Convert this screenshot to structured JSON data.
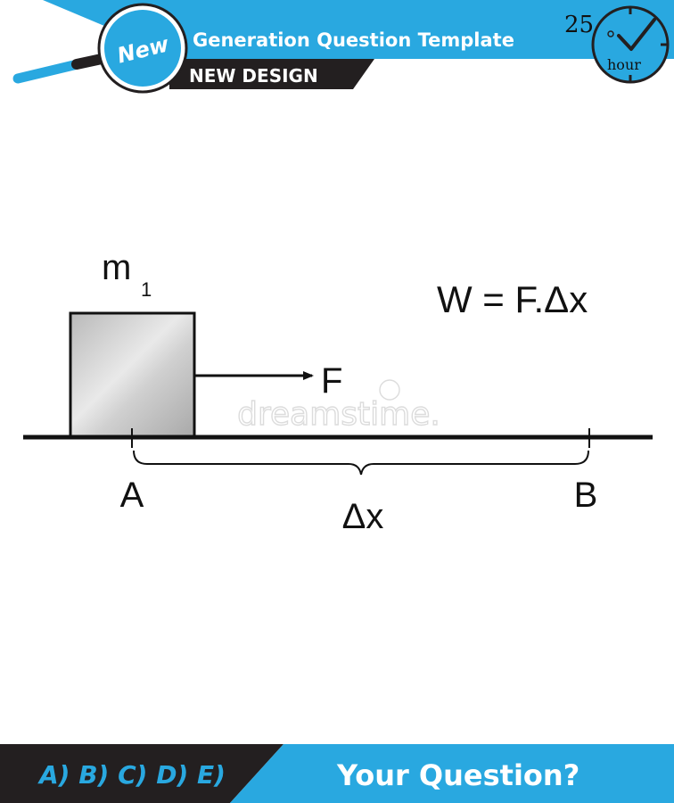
{
  "header": {
    "badge_label": "New",
    "title": "Generation Question Template",
    "subtitle": "NEW DESIGN",
    "timer_value": "25",
    "timer_unit": "hour",
    "colors": {
      "accent_blue": "#29a8e0",
      "dark_band": "#231f20"
    }
  },
  "diagram": {
    "mass_label": "m",
    "mass_subscript": "1",
    "force_label": "F",
    "formula": "W = F.Δx",
    "point_a_label": "A",
    "point_b_label": "B",
    "displacement_label": "Δx"
  },
  "watermark": "dreamstime.",
  "footer": {
    "options": "A) B) C) D) E)",
    "question_prompt": "Your Question?"
  }
}
